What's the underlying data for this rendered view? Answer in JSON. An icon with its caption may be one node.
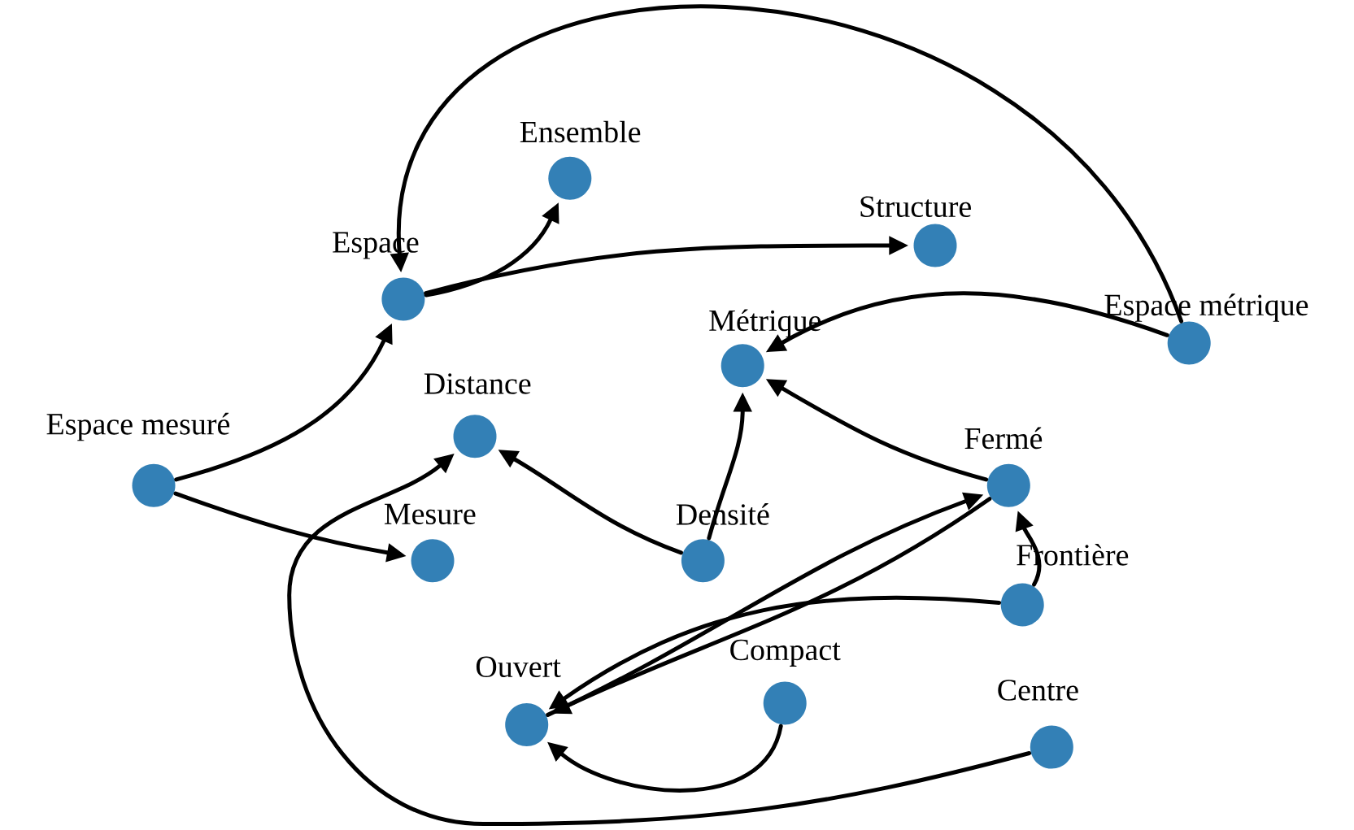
{
  "diagram": {
    "nodes": [
      {
        "text": [
          "Espace mesuré"
        ]
      },
      {
        "text": [
          "Espace"
        ]
      },
      {
        "text": [
          "Ensemble"
        ]
      },
      {
        "text": [
          "Structure"
        ]
      },
      {
        "text": [
          "Métrique"
        ]
      },
      {
        "text": [
          "Espace métrique"
        ]
      },
      {
        "text": [
          "Distance"
        ]
      },
      {
        "text": [
          "Mesure"
        ]
      },
      {
        "text": [
          "Densité"
        ]
      },
      {
        "text": [
          "Fermé"
        ]
      },
      {
        "text": [
          "Frontière"
        ]
      },
      {
        "text": [
          "Ouvert"
        ]
      },
      {
        "text": [
          "Compact"
        ]
      },
      {
        "text": [
          "Centre"
        ]
      }
    ],
    "edges": [
      {
        "from": 0,
        "to": 1,
        "arrow": "to"
      },
      {
        "from": 0,
        "to": 7,
        "arrow": "to"
      },
      {
        "from": 1,
        "to": 2,
        "arrow": "to"
      },
      {
        "from": 1,
        "to": 3,
        "arrow": "to"
      },
      {
        "from": 5,
        "to": 1,
        "arrow": "to"
      },
      {
        "from": 5,
        "to": 4,
        "arrow": "to"
      },
      {
        "from": 8,
        "to": 6,
        "arrow": "to"
      },
      {
        "from": 8,
        "to": 4,
        "arrow": "to"
      },
      {
        "from": 9,
        "to": 4,
        "arrow": "to"
      },
      {
        "from": 11,
        "to": 9,
        "arrow": "to"
      },
      {
        "from": 9,
        "to": 11,
        "arrow": "to"
      },
      {
        "from": 10,
        "to": 11,
        "arrow": "to"
      },
      {
        "from": 10,
        "to": 9,
        "arrow": "to"
      },
      {
        "from": 12,
        "to": 11,
        "arrow": "to"
      },
      {
        "from": 13,
        "to": 6,
        "arrow": "to"
      }
    ]
  }
}
